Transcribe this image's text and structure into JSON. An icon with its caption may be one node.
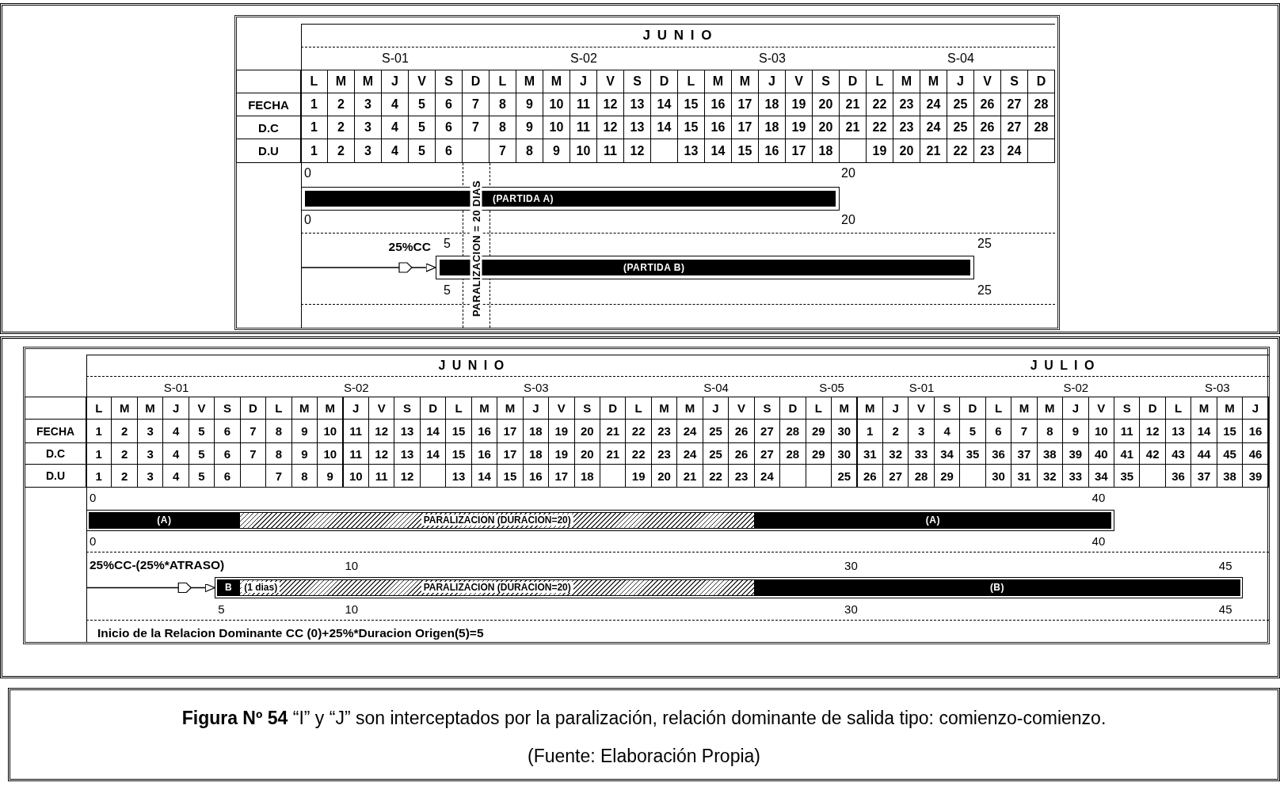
{
  "diagram": {
    "caption": "**Figura Nº 54**  “I” y “J” son interceptados por la paralización, relación dominante de salida tipo: comienzo-comienzo.",
    "nodes": [
      {
        "text": [
          "(PARTIDA A)"
        ]
      },
      {
        "text": [
          "(PARTIDA B)"
        ]
      },
      {
        "text": [],
        "shape": "bar"
      },
      {
        "text": [
          "(A)"
        ],
        "in": 2
      },
      {
        "text": [
          "PARALIZACION (DURACION=20)"
        ],
        "in": 2
      },
      {
        "text": [
          "(A)"
        ],
        "in": 2
      },
      {
        "text": [],
        "shape": "bar"
      },
      {
        "text": [
          "B"
        ],
        "in": 6
      },
      {
        "text": [
          "(1 dias)",
          "PARALIZACION (DURACION=20)"
        ],
        "in": 6
      },
      {
        "text": [
          "(B)"
        ],
        "in": 6
      }
    ],
    "edges": [
      {
        "from": null,
        "to": 1,
        "arrow": "to"
      },
      {
        "from": null,
        "to": 6,
        "arrow": "to"
      }
    ],
    "labels": [
      "J U N I O",
      "S-01",
      "S-02",
      "S-03",
      "S-04",
      "L",
      "M",
      "M",
      "J",
      "V",
      "S",
      "D",
      "L",
      "M",
      "M",
      "J",
      "V",
      "S",
      "D",
      "L",
      "M",
      "M",
      "J",
      "V",
      "S",
      "D",
      "L",
      "M",
      "M",
      "J",
      "V",
      "S",
      "D",
      "FECHA",
      "1",
      "2",
      "3",
      "4",
      "5",
      "6",
      "7",
      "8",
      "9",
      "10",
      "11",
      "12",
      "13",
      "14",
      "15",
      "16",
      "17",
      "18",
      "19",
      "20",
      "21",
      "22",
      "23",
      "24",
      "25",
      "26",
      "27",
      "28",
      "D.C",
      "1",
      "2",
      "3",
      "4",
      "5",
      "6",
      "7",
      "8",
      "9",
      "10",
      "11",
      "12",
      "13",
      "14",
      "15",
      "16",
      "17",
      "18",
      "19",
      "20",
      "21",
      "22",
      "23",
      "24",
      "25",
      "26",
      "27",
      "28",
      "D.U",
      "1",
      "2",
      "3",
      "4",
      "5",
      "6",
      "7",
      "8",
      "9",
      "10",
      "11",
      "12",
      "13",
      "14",
      "15",
      "16",
      "17",
      "18",
      "19",
      "20",
      "21",
      "22",
      "23",
      "24",
      "0",
      "20",
      "0",
      "20",
      "25%CC",
      "5",
      "25",
      "5",
      "25",
      "PARALIZACION = 20 DIAS",
      "J U N I O",
      "J U L I O",
      "S-01",
      "S-02",
      "S-03",
      "S-04",
      "S-05",
      "S-01",
      "S-02",
      "S-03",
      "L",
      "M",
      "M",
      "J",
      "V",
      "S",
      "D",
      "L",
      "M",
      "M",
      "J",
      "V",
      "S",
      "D",
      "L",
      "M",
      "M",
      "J",
      "V",
      "S",
      "D",
      "L",
      "M",
      "M",
      "J",
      "V",
      "S",
      "D",
      "L",
      "M",
      "M",
      "J",
      "V",
      "S",
      "D",
      "L",
      "M",
      "M",
      "J",
      "V",
      "S",
      "D",
      "L",
      "M",
      "M",
      "J",
      "FECHA",
      "1",
      "2",
      "3",
      "4",
      "5",
      "6",
      "7",
      "8",
      "9",
      "10",
      "11",
      "12",
      "13",
      "14",
      "15",
      "16",
      "17",
      "18",
      "19",
      "20",
      "21",
      "22",
      "23",
      "24",
      "25",
      "26",
      "27",
      "28",
      "29",
      "30",
      "1",
      "2",
      "3",
      "4",
      "5",
      "6",
      "7",
      "8",
      "9",
      "10",
      "11",
      "12",
      "13",
      "14",
      "15",
      "16",
      "D.C",
      "1",
      "2",
      "3",
      "4",
      "5",
      "6",
      "7",
      "8",
      "9",
      "10",
      "11",
      "12",
      "13",
      "14",
      "15",
      "16",
      "17",
      "18",
      "19",
      "20",
      "21",
      "22",
      "23",
      "24",
      "25",
      "26",
      "27",
      "28",
      "29",
      "30",
      "31",
      "32",
      "33",
      "34",
      "35",
      "36",
      "37",
      "38",
      "39",
      "40",
      "41",
      "42",
      "43",
      "44",
      "45",
      "46",
      "D.U",
      "1",
      "2",
      "3",
      "4",
      "5",
      "6",
      "7",
      "8",
      "9",
      "10",
      "11",
      "12",
      "13",
      "14",
      "15",
      "16",
      "17",
      "18",
      "19",
      "20",
      "21",
      "22",
      "23",
      "24",
      "25",
      "26",
      "27",
      "28",
      "29",
      "30",
      "31",
      "32",
      "33",
      "34",
      "35",
      "36",
      "37",
      "38",
      "39",
      "0",
      "40",
      "0",
      "40",
      "25%CC-(25%*ATRASO)",
      "10",
      "30",
      "45",
      "5",
      "10",
      "30",
      "45",
      "Inicio de la Relacion Dominante CC (0)+25%*Duracion Origen(5)=5",
      "(Fuente: Elaboración Propia)"
    ]
  }
}
